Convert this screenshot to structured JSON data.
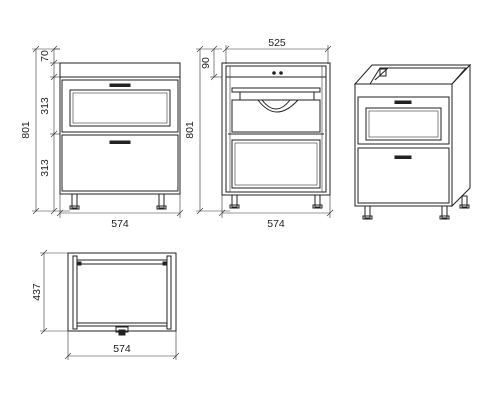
{
  "front_view": {
    "height_total": "801",
    "height_top": "70",
    "height_upper_drawer": "313",
    "height_lower_drawer": "313",
    "width": "574"
  },
  "side_section_view": {
    "depth_top": "525",
    "height_total": "801",
    "height_top": "90",
    "width": "574"
  },
  "plan_view": {
    "depth": "437",
    "width": "574"
  },
  "isometric_view": {}
}
